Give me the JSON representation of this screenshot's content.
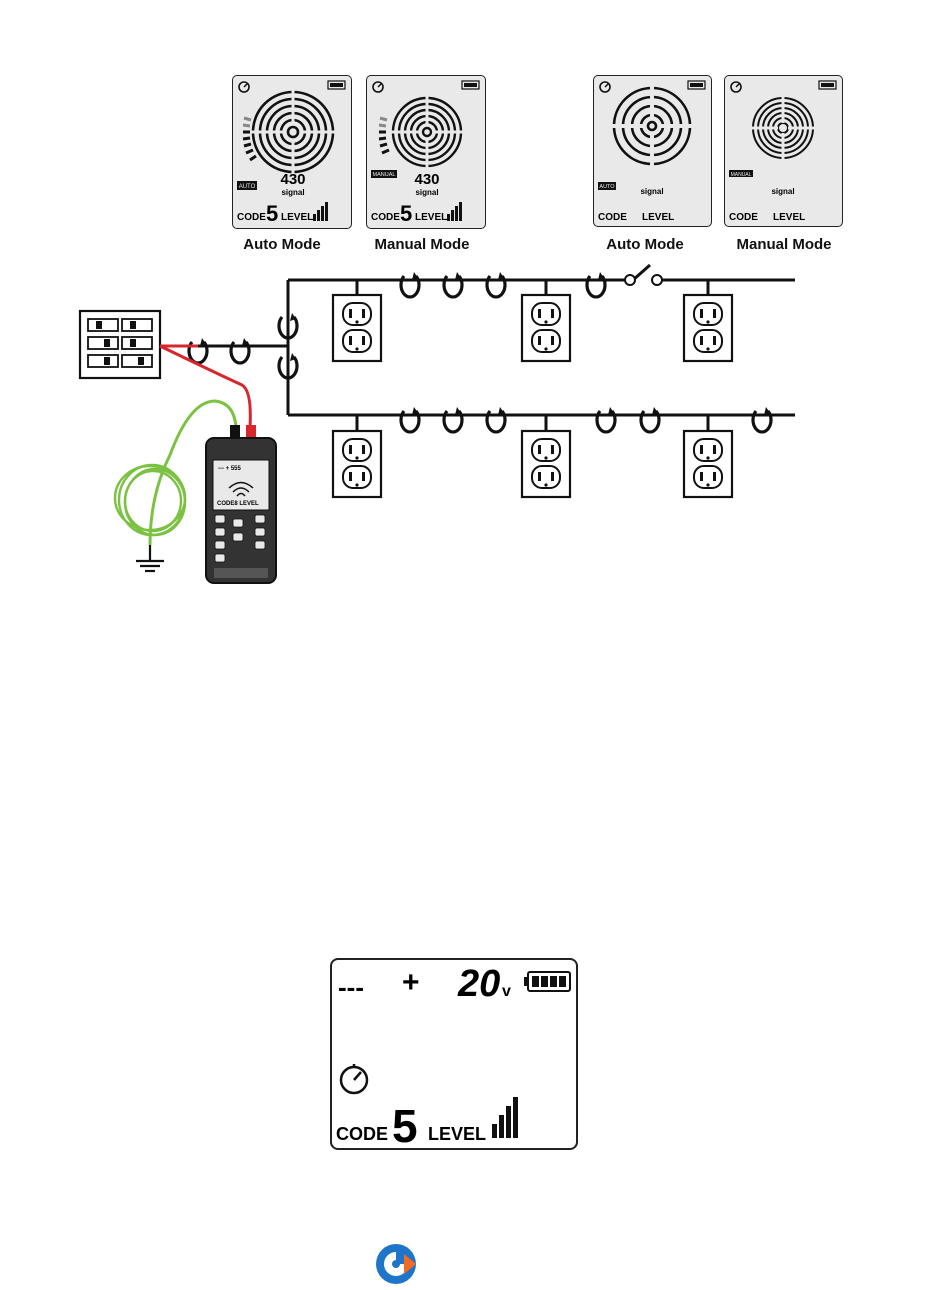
{
  "screens": [
    {
      "mode_badge": "AUTO",
      "reading": "430",
      "signal_label": "signal",
      "code_label": "CODE",
      "code_value": "5",
      "level_label": "LEVEL",
      "caption": "Auto Mode"
    },
    {
      "mode_badge": "MANUAL",
      "reading": "430",
      "signal_label": "signal",
      "code_label": "CODE",
      "code_value": "5",
      "level_label": "LEVEL",
      "caption": "Manual Mode"
    },
    {
      "mode_badge": "AUTO",
      "reading": "",
      "signal_label": "signal",
      "code_label": "CODE",
      "code_value": "",
      "level_label": "LEVEL",
      "caption": "Auto Mode"
    },
    {
      "mode_badge": "MANUAL",
      "reading": "",
      "signal_label": "signal",
      "code_label": "CODE",
      "code_value": "",
      "level_label": "LEVEL",
      "caption": "Manual Mode"
    }
  ],
  "transmitter_lcd": {
    "dc_symbol": "---",
    "polarity": "+",
    "voltage_value": "20",
    "voltage_unit": "v",
    "code_label": "CODE",
    "code_value": "5",
    "level_label": "LEVEL"
  },
  "icons": {
    "timer": "timer-icon",
    "battery": "battery-icon",
    "ground": "ground-icon",
    "outlet": "outlet-icon",
    "breaker_panel": "breaker-panel-icon",
    "logo": "brand-logo-icon"
  },
  "colors": {
    "red_lead": "#d7262d",
    "green_lead": "#7cc242",
    "logo_blue": "#1f75c9",
    "logo_orange": "#f26b21"
  }
}
